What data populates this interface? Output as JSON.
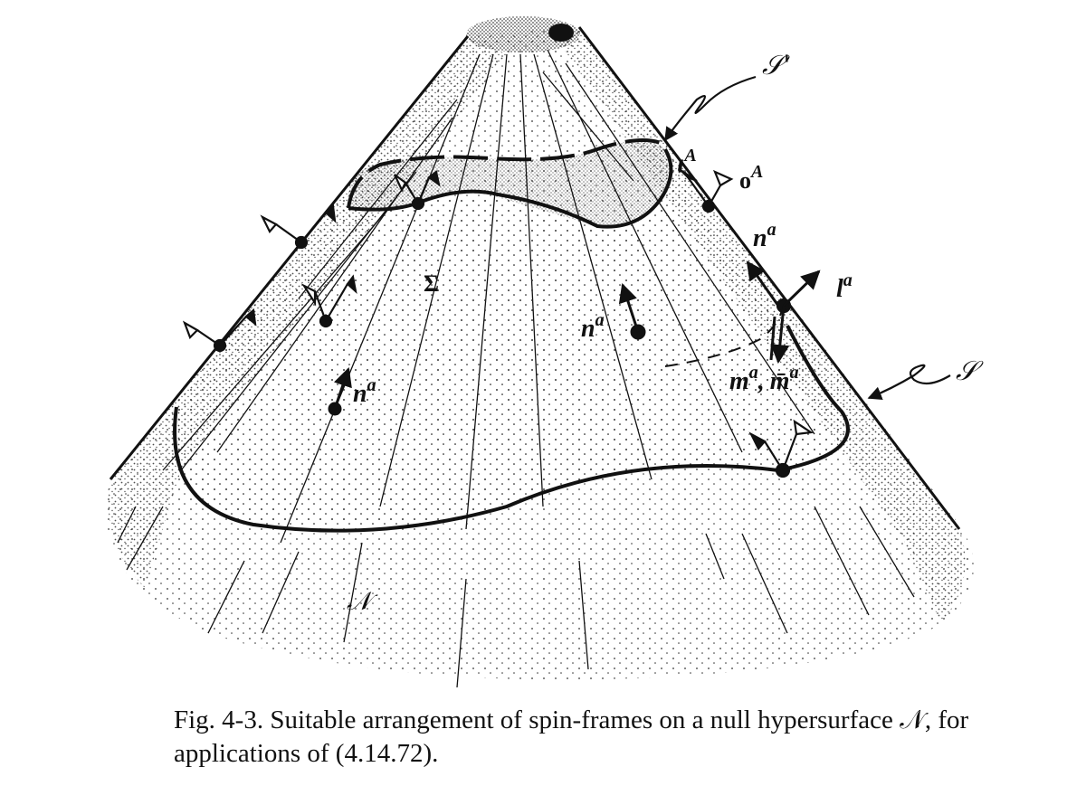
{
  "caption": {
    "text": "Fig. 4-3. Suitable arrangement of spin-frames on a null hypersurface 𝒩, for applications of (4.14.72)."
  },
  "labels": {
    "sigma": "Σ",
    "null_hypersurface": "𝒩",
    "surface_S": "𝒮",
    "surface_S_prime": "𝒮'",
    "iota": "ι",
    "iota_sup": "A",
    "omicron": "o",
    "omicron_sup": "A",
    "n": "n",
    "n_sup": "a",
    "l": "l",
    "l_sup": "a",
    "m": "m",
    "m_sup": "a",
    "mbar": "m̄",
    "mbar_sup": "a",
    "separator": ","
  }
}
